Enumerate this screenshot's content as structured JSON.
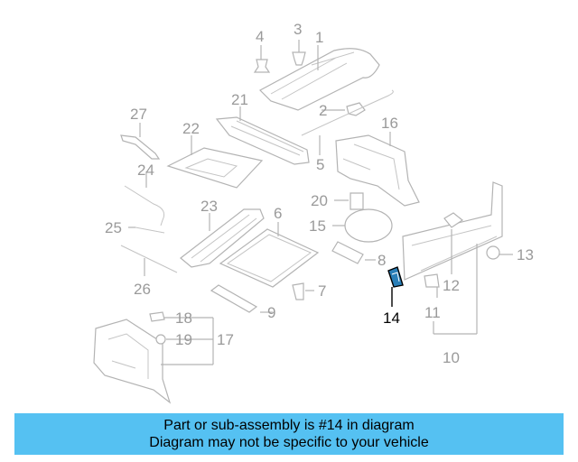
{
  "diagram": {
    "callouts": [
      "1",
      "2",
      "3",
      "4",
      "5",
      "6",
      "7",
      "8",
      "9",
      "10",
      "11",
      "12",
      "13",
      "14",
      "15",
      "16",
      "17",
      "18",
      "19",
      "20",
      "21",
      "22",
      "23",
      "24",
      "25",
      "26",
      "27"
    ],
    "highlighted_part": "14",
    "colors": {
      "line": "#b3b3b3",
      "highlight_fill": "#2a7fb8",
      "highlight_stroke": "#000000"
    }
  },
  "banner": {
    "line1": "Part or sub-assembly is #14 in diagram",
    "line2": "Diagram may not be specific to your vehicle",
    "background": "#55c1f2"
  }
}
